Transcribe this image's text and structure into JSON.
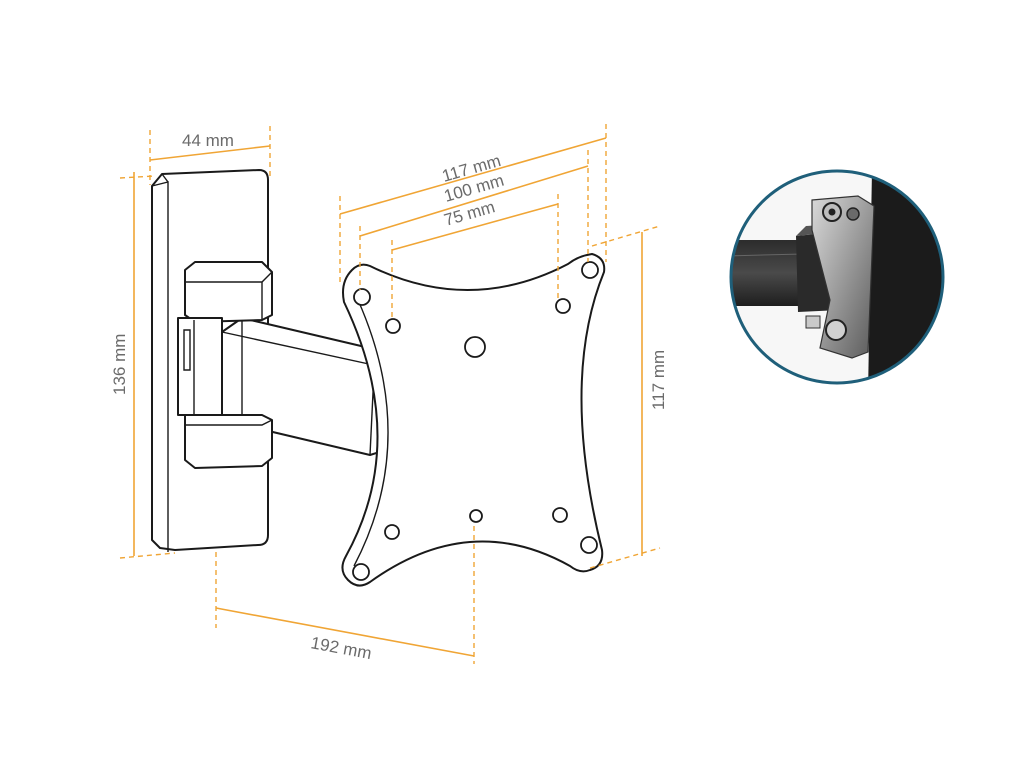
{
  "colors": {
    "dimension": "#f0a535",
    "detail_ring": "#1f5f7a",
    "outline": "#1a1a1a",
    "label_text": "#6b6b6b"
  },
  "dimensions": {
    "wall_plate_width": "44 mm",
    "wall_plate_height": "136 mm",
    "vesa_outer": "117 mm",
    "vesa_mid": "100 mm",
    "vesa_inner": "75 mm",
    "plate_height": "117 mm",
    "arm_extension": "192 mm"
  },
  "detail_inset": {
    "icon": "bracket-closeup-icon"
  }
}
